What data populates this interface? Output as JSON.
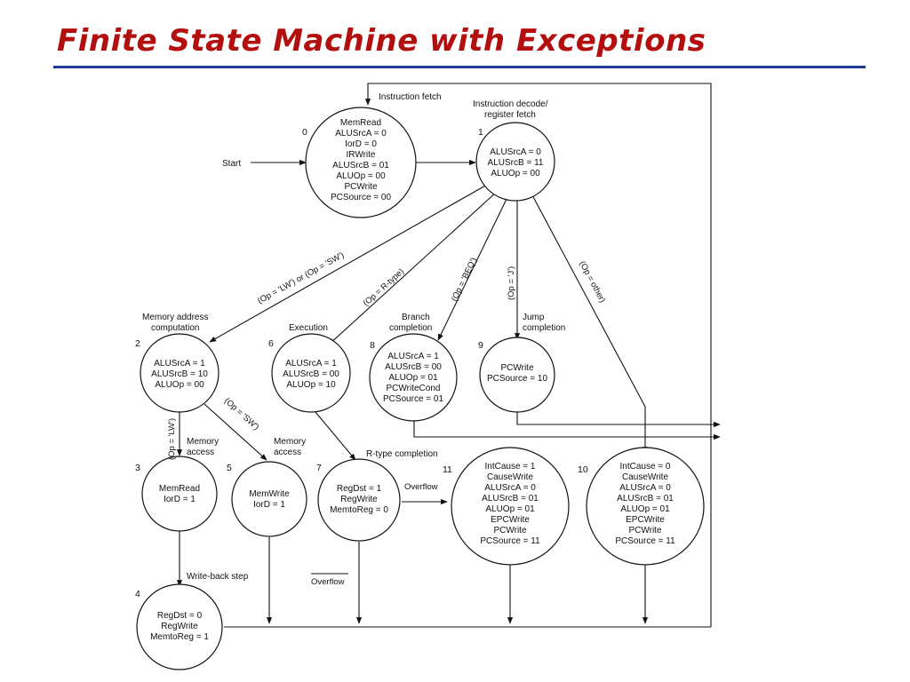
{
  "title": "Finite State Machine with Exceptions",
  "start_label": "Start",
  "states": [
    {
      "id": "0",
      "group": "Instruction fetch",
      "lines": [
        "MemRead",
        "ALUSrcA = 0",
        "IorD = 0",
        "IRWrite",
        "ALUSrcB = 01",
        "ALUOp = 00",
        "PCWrite",
        "PCSource = 00"
      ]
    },
    {
      "id": "1",
      "group": [
        "Instruction decode/",
        "register fetch"
      ],
      "lines": [
        "ALUSrcA = 0",
        "ALUSrcB = 11",
        "ALUOp = 00"
      ]
    },
    {
      "id": "2",
      "group": [
        "Memory address",
        "computation"
      ],
      "lines": [
        "ALUSrcA = 1",
        "ALUSrcB = 10",
        "ALUOp = 00"
      ]
    },
    {
      "id": "6",
      "group": "Execution",
      "lines": [
        "ALUSrcA = 1",
        "ALUSrcB = 00",
        "ALUOp = 10"
      ]
    },
    {
      "id": "8",
      "group": [
        "Branch",
        "completion"
      ],
      "lines": [
        "ALUSrcA = 1",
        "ALUSrcB = 00",
        "ALUOp = 01",
        "PCWriteCond",
        "PCSource = 01"
      ]
    },
    {
      "id": "9",
      "group": [
        "Jump",
        "completion"
      ],
      "lines": [
        "PCWrite",
        "PCSource = 10"
      ]
    },
    {
      "id": "3",
      "group": [
        "Memory",
        "access"
      ],
      "lines": [
        "MemRead",
        "IorD = 1"
      ]
    },
    {
      "id": "5",
      "group": [
        "Memory",
        "access"
      ],
      "lines": [
        "MemWrite",
        "IorD = 1"
      ]
    },
    {
      "id": "7",
      "group": "R-type completion",
      "lines": [
        "RegDst = 1",
        "RegWrite",
        "MemtoReg = 0"
      ]
    },
    {
      "id": "11",
      "group": "",
      "lines": [
        "IntCause = 1",
        "CauseWrite",
        "ALUSrcA = 0",
        "ALUSrcB = 01",
        "ALUOp = 01",
        "EPCWrite",
        "PCWrite",
        "PCSource = 11"
      ]
    },
    {
      "id": "10",
      "group": "",
      "lines": [
        "IntCause = 0",
        "CauseWrite",
        "ALUSrcA = 0",
        "ALUSrcB = 01",
        "ALUOp = 01",
        "EPCWrite",
        "PCWrite",
        "PCSource = 11"
      ]
    },
    {
      "id": "4",
      "group": "Write-back step",
      "lines": [
        "RegDst = 0",
        "RegWrite",
        "MemtoReg = 1"
      ]
    }
  ],
  "conditions": {
    "lw_sw": "(Op = 'LW') or (Op = 'SW')",
    "rtype": "(Op = R-type)",
    "beq": "(Op = 'BEQ')",
    "j": "(Op = 'J')",
    "other": "(Op = other)",
    "lw": "(Op = 'LW')",
    "sw": "(Op = 'SW')",
    "overflow": "Overflow",
    "not_overflow": "Overflow"
  }
}
